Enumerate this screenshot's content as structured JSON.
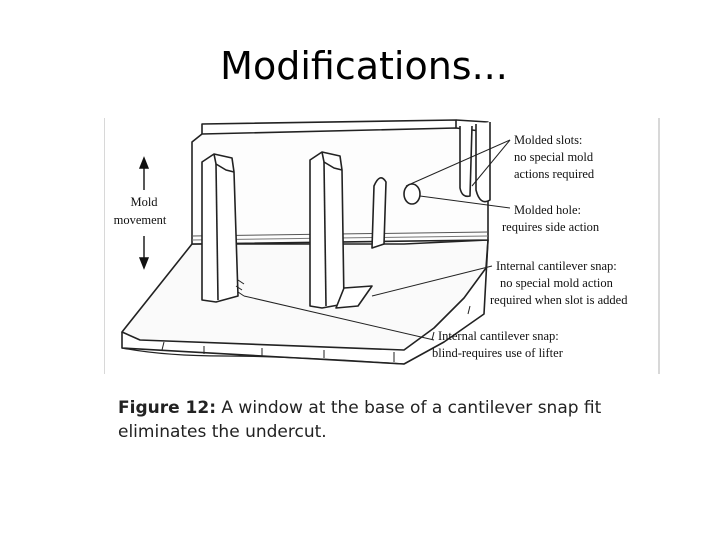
{
  "slide": {
    "title": "Modifications..."
  },
  "figure": {
    "mold_label_line1": "Mold",
    "mold_label_line2": "movement",
    "callouts": [
      {
        "line1": "Molded slots:",
        "line2": "no special mold",
        "line3": "actions required"
      },
      {
        "line1": "Molded hole:",
        "line2": "requires side action"
      },
      {
        "line1": "Internal cantilever snap:",
        "line2": "no special mold action",
        "line3": "required when slot is added"
      },
      {
        "line1": "Internal cantilever snap:",
        "line2": "blind-requires use of lifter"
      }
    ]
  },
  "caption": {
    "lead": "Figure 12:",
    "text": " A window at the base of a cantilever snap fit eliminates the undercut."
  }
}
